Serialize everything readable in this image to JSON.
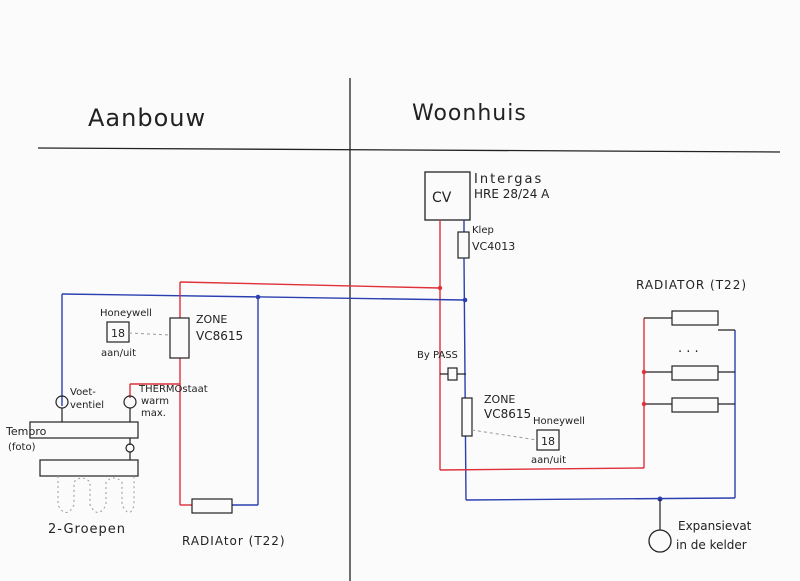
{
  "sections": {
    "left_title": "Aanbouw",
    "right_title": "Woonhuis"
  },
  "labels": {
    "cv": "CV",
    "intergas_line1": "Intergas",
    "intergas_line2": "HRE 28/24 A",
    "klep_line1": "Klep",
    "klep_line2": "VC4013",
    "radiator_right": "RADIATOR (T22)",
    "dots": ". . .",
    "bypass": "By PASS",
    "zone_right_line1": "ZONE",
    "zone_right_line2": "VC8615",
    "honeywell_right": "Honeywell",
    "thermostat_right_value": "18",
    "aanuit_right": "aan/uit",
    "expansievat_line1": "Expansievat",
    "expansievat_line2": "in de kelder",
    "honeywell_left": "Honeywell",
    "thermostat_left_value": "18",
    "aanuit_left": "aan/uit",
    "zone_left_line1": "ZONE",
    "zone_left_line2": "VC8615",
    "voetventiel_line1": "Voet-",
    "voetventiel_line2": "ventiel",
    "thermostaat_line1": "THERMOstaat",
    "thermostaat_line2": "warm",
    "thermostaat_line3": "max.",
    "tempro_line1": "Tempro",
    "tempro_line2": "(foto)",
    "groepen": "2-Groepen",
    "radiator_left": "RADIAtor (T22)"
  },
  "colors": {
    "ink": "#222222",
    "supply_red": "#e0303a",
    "return_blue": "#2b3fb0",
    "paper": "#fbfbfb",
    "dashed_gray": "#9a9a9a"
  }
}
